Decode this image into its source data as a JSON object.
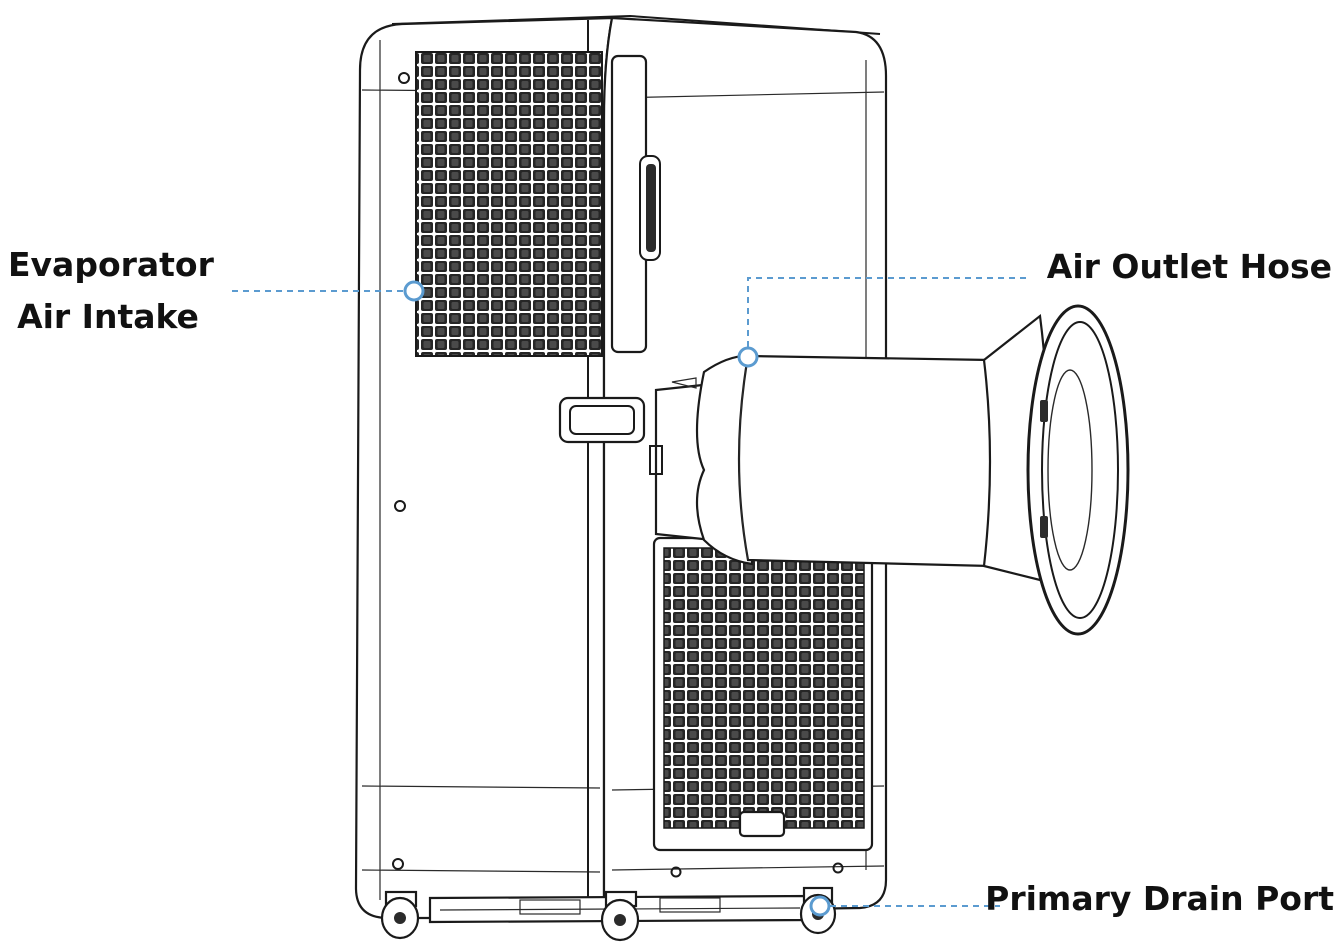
{
  "callouts": {
    "evaporator_line1": "Evaporator",
    "evaporator_line2": "Air Intake",
    "air_outlet_hose": "Air Outlet Hose",
    "primary_drain_port": "Primary Drain Port"
  },
  "colors": {
    "leader_line": "#5b9bd0",
    "outline": "#1a1a1a",
    "background": "#ffffff"
  }
}
